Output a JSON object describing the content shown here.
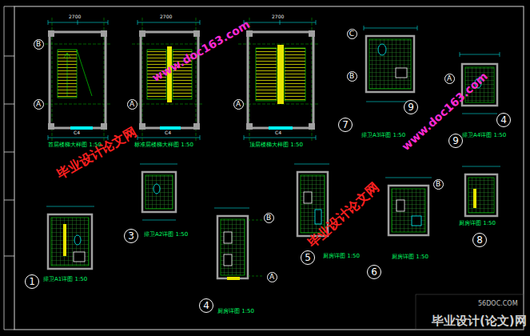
{
  "diagram": {
    "nodes": [
      {
        "text": [
          "B"
        ]
      },
      {
        "text": [
          "A"
        ]
      },
      {
        "text": [
          "A"
        ]
      },
      {
        "text": [
          "A"
        ]
      },
      {
        "text": [
          "C"
        ]
      },
      {
        "text": [
          "B"
        ]
      },
      {
        "text": [
          "7"
        ]
      },
      {
        "text": [
          "9"
        ]
      },
      {
        "text": [
          "4"
        ]
      },
      {
        "text": [
          "9"
        ]
      },
      {
        "text": [
          "A"
        ]
      },
      {
        "text": [
          "3"
        ]
      },
      {
        "text": [
          "1"
        ]
      },
      {
        "text": [
          "B"
        ]
      },
      {
        "text": [
          "A"
        ]
      },
      {
        "text": [
          "4"
        ]
      },
      {
        "text": [
          "5"
        ]
      },
      {
        "text": [
          "B"
        ]
      },
      {
        "text": [
          "6"
        ]
      },
      {
        "text": [
          "8"
        ]
      }
    ],
    "labels": [
      "首层楼梯大样图 1:50",
      "标准层楼梯大样图 1:50",
      "顶层楼梯大样图 1:50",
      "C4",
      "C4",
      "C4",
      "2700",
      "2700",
      "2700",
      "排卫A3详图 1:50",
      "排卫A4详图 1:50",
      "排卫A2详图 1:50",
      "排卫A1详图 1:50",
      "厨房详图 1:50",
      "厨房详图 1:50",
      "厨房详图 1:50",
      "厨房详图 1:50",
      "www.doc163.com",
      "毕业设计论文网",
      "www.doc163.com",
      "毕业设计论文网",
      "56DOC.COM",
      "毕业设计(论文)网"
    ]
  }
}
